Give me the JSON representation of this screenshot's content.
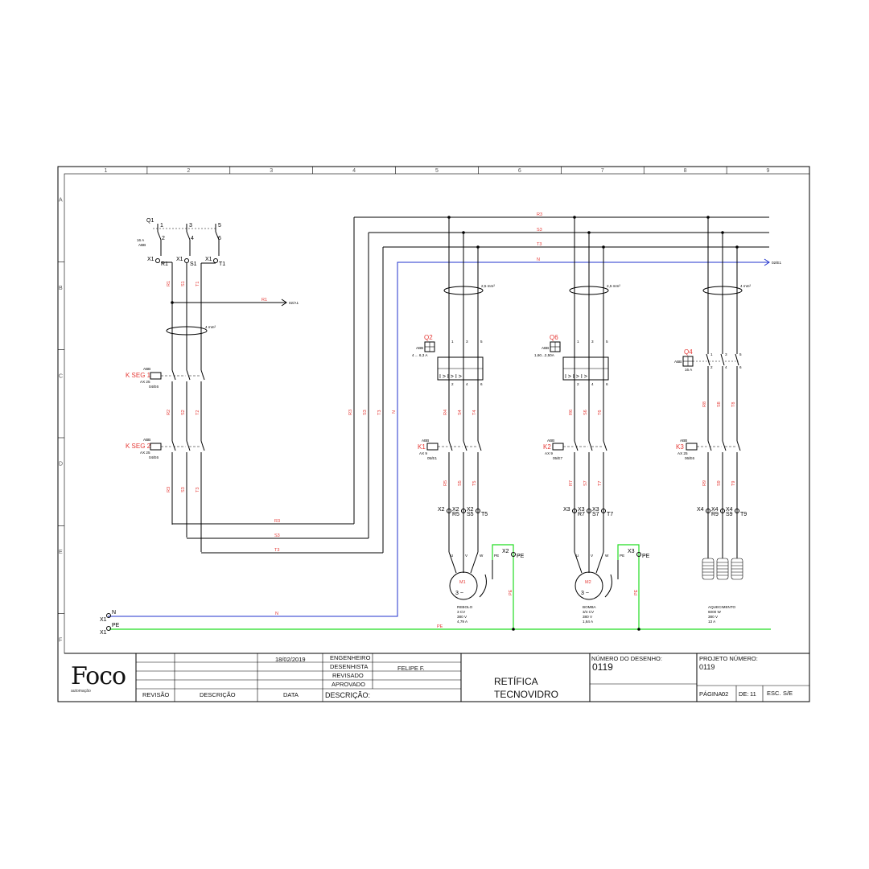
{
  "frame": {
    "columns": [
      "1",
      "2",
      "3",
      "4",
      "5",
      "6",
      "7",
      "8",
      "9"
    ],
    "rows": [
      "A",
      "B",
      "C",
      "D",
      "E",
      "F"
    ]
  },
  "colors": {
    "neutral": "#2233cc",
    "earth": "#22dd22",
    "phase_label": "#e53935"
  },
  "main_supply": {
    "breaker": "Q1",
    "rating": "16 A",
    "brand": "ABB",
    "top_terminals": [
      "1",
      "3",
      "5"
    ],
    "bottom_terminals": [
      "2",
      "4",
      "6"
    ],
    "terminal_strip": "X1",
    "phases": [
      "R1",
      "S1",
      "T1"
    ],
    "section": "4 mm²",
    "ref_label": "R1",
    "ref_target": "02/A1"
  },
  "safety_contactors": [
    {
      "id": "K SEG 1",
      "brand": "ABB",
      "model": "AX 25",
      "contact": "04/E6",
      "out_phases": [
        "R2",
        "S2",
        "T2"
      ]
    },
    {
      "id": "K SEG 2",
      "brand": "ABB",
      "model": "AX 25",
      "contact": "04/E6",
      "out_phases": [
        "R3",
        "S3",
        "T3"
      ]
    }
  ],
  "busbars": {
    "phases": [
      "R3",
      "S3",
      "T3"
    ],
    "neutral": "N",
    "neutral_target": "02/E1",
    "pe": "PE",
    "x1_n": "X1",
    "x1_pe": "X1",
    "n_label": "N",
    "pe_label": "PE"
  },
  "branches": [
    {
      "cable": "2,5 mm²",
      "breaker": "Q2",
      "brand": "ABB",
      "range": "4 ... 6,3 A",
      "phases_in": [
        "R4",
        "S4",
        "T4"
      ],
      "contactor": "K1",
      "contactor_model": "AX 9",
      "contactor_ref": "05/E1",
      "phases_out": [
        "R5",
        "S5",
        "T5"
      ],
      "terminal": "X2",
      "motor": "M1",
      "name": "REBOLO",
      "power": "3 CV",
      "voltage": "380 V",
      "current": "4,79 A"
    },
    {
      "cable": "2,5 mm²",
      "breaker": "Q6",
      "brand": "ABB",
      "range": "1,60...2,50A",
      "phases_in": [
        "R6",
        "S6",
        "T6"
      ],
      "contactor": "K2",
      "contactor_model": "AX 9",
      "contactor_ref": "05/E7",
      "phases_out": [
        "R7",
        "S7",
        "T7"
      ],
      "terminal": "X3",
      "motor": "M2",
      "name": "BOMBA",
      "power": "3/4 CV",
      "voltage": "380 V",
      "current": "1,64 A"
    },
    {
      "cable": "4 mm²",
      "breaker": "Q4",
      "brand": "ABB",
      "range": "16 A",
      "phases_in": [
        "R8",
        "S8",
        "T8"
      ],
      "contactor": "K3",
      "contactor_model": "AX 25",
      "contactor_ref": "06/E6",
      "phases_out": [
        "R9",
        "S9",
        "T9"
      ],
      "terminal": "X4",
      "name": "AQUECIMENTO",
      "power": "6000 W",
      "voltage": "380 V",
      "current": "13 A"
    }
  ],
  "motor_terminals": [
    "U",
    "V",
    "W",
    "PE"
  ],
  "motor_symbol": "3 ~",
  "title_block": {
    "logo": "Foco",
    "logo_sub": "automação",
    "date": "18/02/2019",
    "roles": [
      "ENGENHEIRO",
      "DESENHISTA",
      "REVISADO",
      "APROVADO"
    ],
    "designer": "FELIPE F.",
    "col_revisao": "REVISÃO",
    "col_descricao": "DESCRIÇÃO",
    "col_data": "DATA",
    "col_descricao2": "DESCRIÇÃO:",
    "title_line1": "RETÍFICA",
    "title_line2": "TECNOVIDRO",
    "drawing_label": "NÚMERO DO DESENHO:",
    "drawing_number": "0119",
    "project_label": "PROJETO NÚMERO:",
    "project_number": "0119",
    "page_label": "PÁGINA:",
    "page": "02",
    "of_label": "DE:",
    "of": "11",
    "scale_label": "ESC.",
    "scale": "S/E"
  }
}
